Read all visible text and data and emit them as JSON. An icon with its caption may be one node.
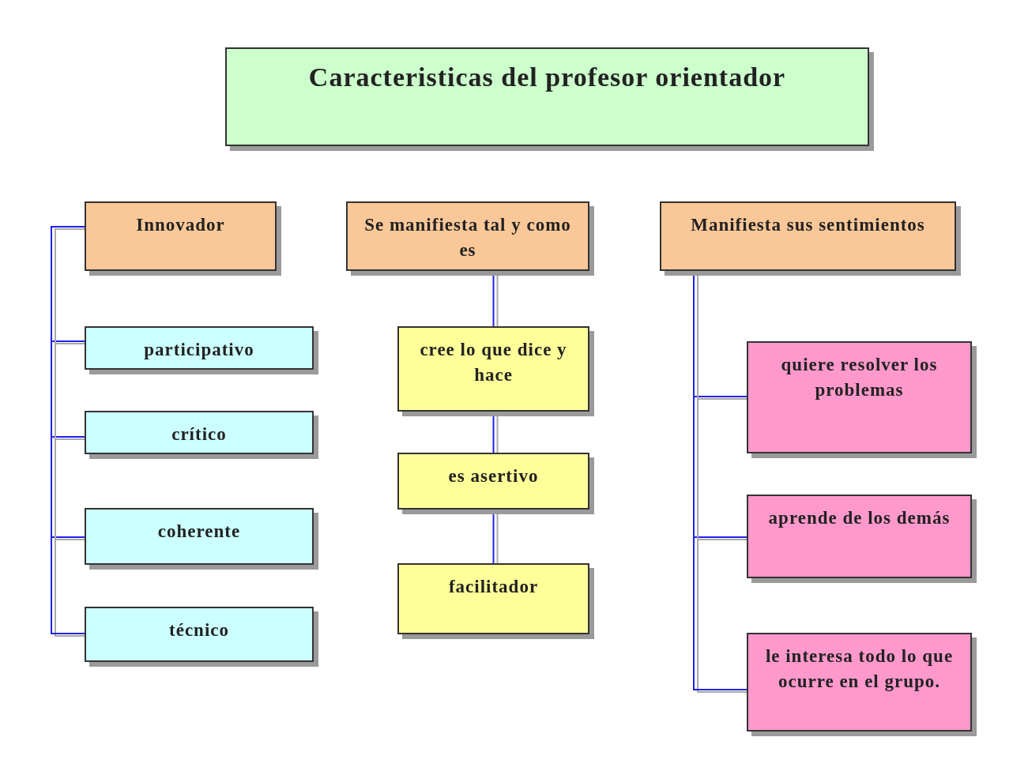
{
  "diagram": {
    "nodes": [
      {
        "text": [
          "Caracteristicas del profesor orientador"
        ]
      },
      {
        "text": [
          "Innovador"
        ]
      },
      {
        "text": [
          "participativo"
        ]
      },
      {
        "text": [
          "crítico"
        ]
      },
      {
        "text": [
          "coherente"
        ]
      },
      {
        "text": [
          "técnico"
        ]
      },
      {
        "text": [
          "Se manifiesta tal y como es"
        ]
      },
      {
        "text": [
          "cree lo que dice y hace"
        ]
      },
      {
        "text": [
          "es asertivo"
        ]
      },
      {
        "text": [
          "facilitador"
        ]
      },
      {
        "text": [
          "Manifiesta sus sentimientos"
        ]
      },
      {
        "text": [
          "quiere resolver los problemas"
        ]
      },
      {
        "text": [
          "aprende de los demás"
        ]
      },
      {
        "text": [
          "le interesa todo lo que ocurre en el grupo."
        ]
      }
    ],
    "edges": [
      {
        "from": 1,
        "to": 2,
        "arrow": "none"
      },
      {
        "from": 1,
        "to": 3,
        "arrow": "none"
      },
      {
        "from": 1,
        "to": 4,
        "arrow": "none"
      },
      {
        "from": 1,
        "to": 5,
        "arrow": "none"
      },
      {
        "from": 6,
        "to": 7,
        "arrow": "none"
      },
      {
        "from": 7,
        "to": 8,
        "arrow": "none"
      },
      {
        "from": 8,
        "to": 9,
        "arrow": "none"
      },
      {
        "from": 10,
        "to": 11,
        "arrow": "none"
      },
      {
        "from": 10,
        "to": 12,
        "arrow": "none"
      },
      {
        "from": 10,
        "to": 13,
        "arrow": "none"
      }
    ]
  }
}
